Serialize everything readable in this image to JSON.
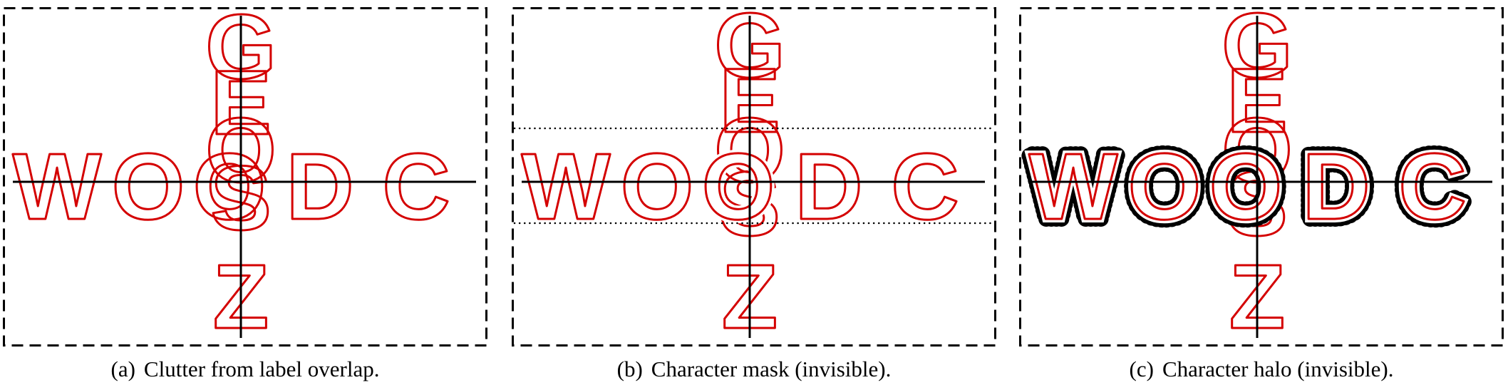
{
  "horizontal_word": "WOODC",
  "vertical_word": "GEOSZ",
  "colors": {
    "label_outline": "#d40000",
    "axis": "#000000",
    "frame": "#000000",
    "background": "#ffffff"
  },
  "panels": [
    {
      "id": "a",
      "caption_label": "(a)",
      "caption_text": "Clutter from label overlap.",
      "technique": "none"
    },
    {
      "id": "b",
      "caption_label": "(b)",
      "caption_text": "Character mask (invisible).",
      "technique": "mask"
    },
    {
      "id": "c",
      "caption_label": "(c)",
      "caption_text": "Character halo (invisible).",
      "technique": "halo"
    }
  ]
}
